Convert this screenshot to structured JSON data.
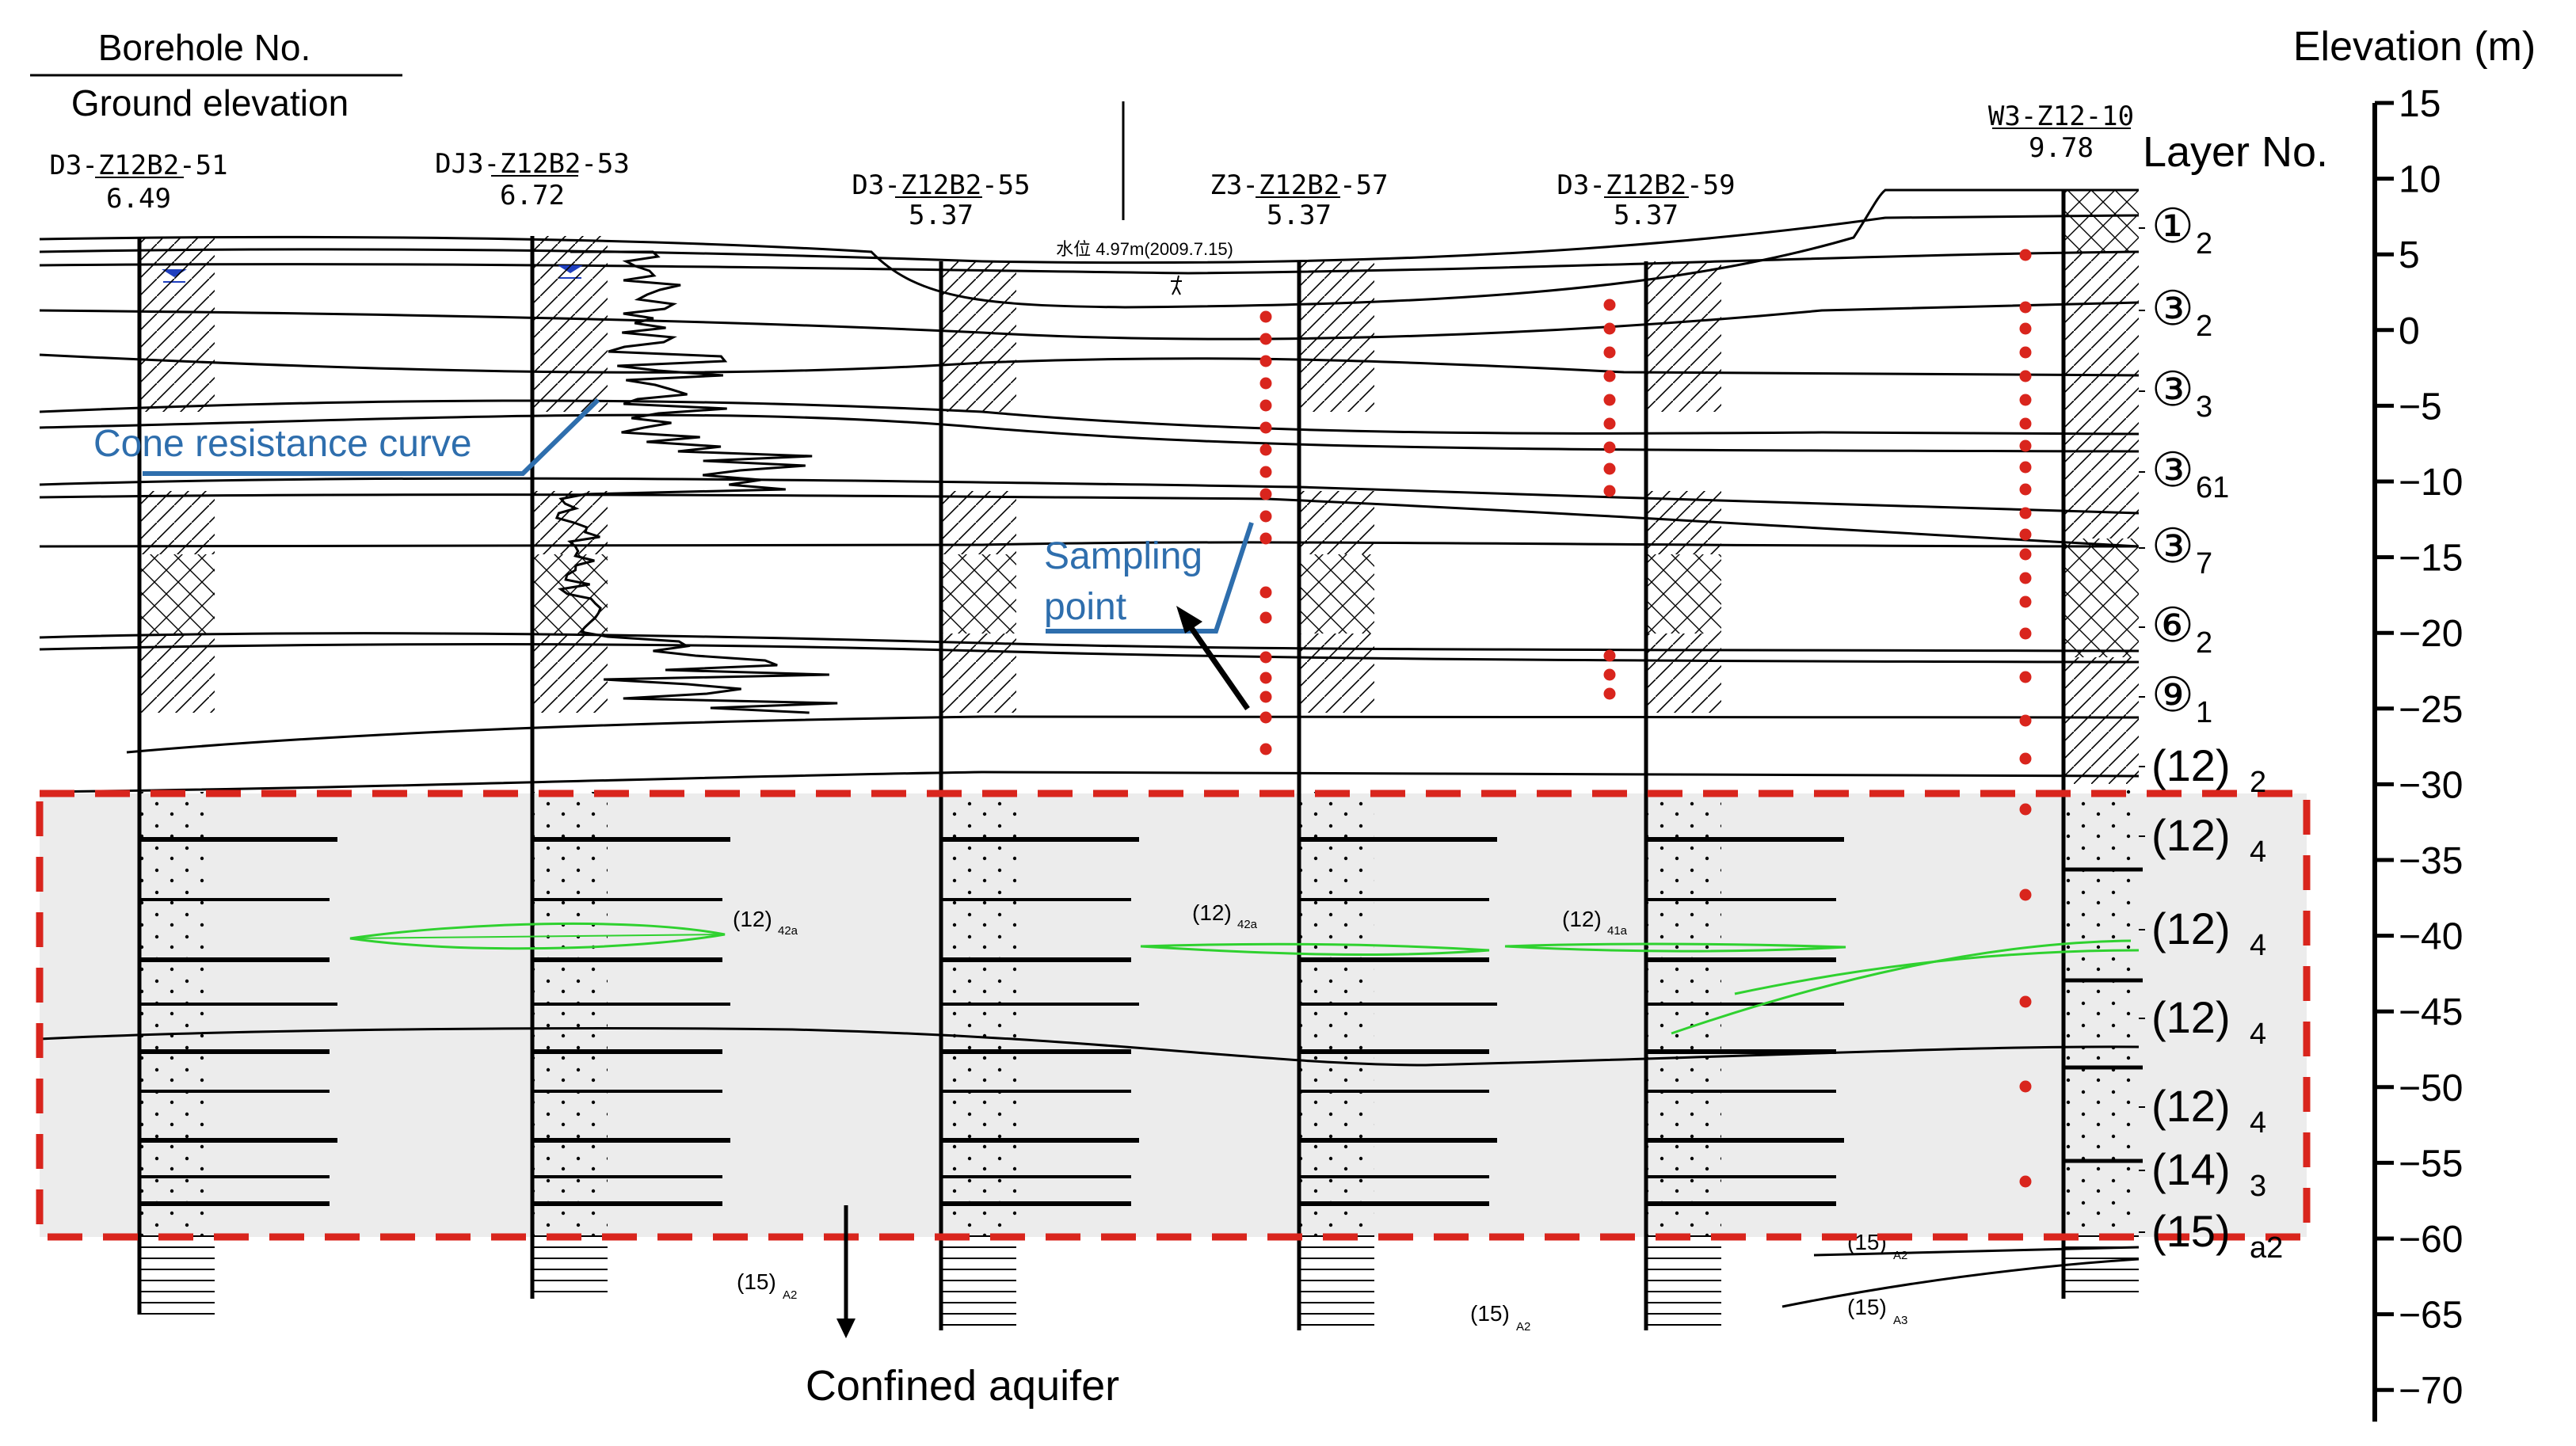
{
  "header": {
    "borehole_label": "Borehole No.",
    "ground_label": "Ground elevation",
    "elevation_title": "Elevation (m)",
    "layer_title": "Layer No."
  },
  "boreholes": [
    {
      "id": "D3-Z12B2-51",
      "elev": "6.49"
    },
    {
      "id": "DJ3-Z12B2-53",
      "elev": "6.72"
    },
    {
      "id": "D3-Z12B2-55",
      "elev": "5.37"
    },
    {
      "id": "Z3-Z12B2-57",
      "elev": "5.37"
    },
    {
      "id": "D3-Z12B2-59",
      "elev": "5.37"
    },
    {
      "id": "W3-Z12-10",
      "elev": "9.78"
    }
  ],
  "water_level_note": "水位 4.97m(2009.7.15)",
  "elevation_ticks": [
    "15",
    "10",
    "5",
    "0",
    "−5",
    "−10",
    "−15",
    "−20",
    "−25",
    "−30",
    "−35",
    "−40",
    "−45",
    "−50",
    "−55",
    "−60",
    "−65",
    "−70"
  ],
  "layers": [
    {
      "main": "①",
      "sub": "2"
    },
    {
      "main": "③",
      "sub": "2"
    },
    {
      "main": "③",
      "sub": "3"
    },
    {
      "main": "③",
      "sub": "61"
    },
    {
      "main": "③",
      "sub": "7"
    },
    {
      "main": "⑥",
      "sub": "2"
    },
    {
      "main": "⑨",
      "sub": "1"
    },
    {
      "main": "(12)",
      "sub": "2"
    },
    {
      "main": "(12)",
      "sub": "4"
    },
    {
      "main": "(12)",
      "sub": "4"
    },
    {
      "main": "(12)",
      "sub": "4"
    },
    {
      "main": "(12)",
      "sub": "4"
    },
    {
      "main": "(14)",
      "sub": "3"
    },
    {
      "main": "(15)",
      "sub": "a2"
    }
  ],
  "annotations": {
    "cone_resistance": "Cone resistance curve",
    "sampling_line1": "Sampling",
    "sampling_line2": "point",
    "confined_aquifer": "Confined aquifer"
  },
  "lens_labels": [
    {
      "main": "(12)",
      "sub": "42a"
    },
    {
      "main": "(12)",
      "sub": "42a"
    },
    {
      "main": "(12)",
      "sub": "41a"
    }
  ],
  "deep_labels": [
    {
      "main": "(15)",
      "sub": "A2"
    },
    {
      "main": "(15)",
      "sub": "A2"
    },
    {
      "main": "(15)",
      "sub": "A2"
    },
    {
      "main": "(15)",
      "sub": "A3"
    }
  ],
  "colors": {
    "aquifer_box": "#d9251d",
    "aquifer_fill": "#ececec",
    "annotation_blue": "#2e6ead",
    "sample_red": "#d9251d",
    "lens_green": "#2fd12f"
  }
}
